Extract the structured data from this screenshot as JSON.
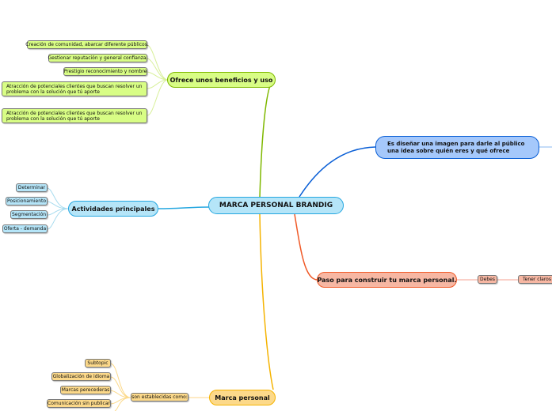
{
  "central": "MARCA PERSONAL BRANDIG",
  "benefits": {
    "title": "Ofrece unos beneficios y uso",
    "items": [
      "Creación de comunidad, abarcar diferente públicos.",
      "Gestionar reputación y general confianza.",
      "Prestigio reconocimiento y nombre",
      "Atracción de potenciales clientes que buscan  resolver un problema con la solución que tú aporte",
      "Atracción de potenciales clientes que buscan  resolver un problema con la solución que tú aporte"
    ]
  },
  "activities": {
    "title": "Actividades principales",
    "items": [
      "Determinar",
      "Posicionamiento",
      "Segmentación",
      "Oferta - demanda"
    ]
  },
  "definition": {
    "title": "Es diseñar una imagen para darle al público una idea sobre quién eres y qué ofrece"
  },
  "steps": {
    "title": "Paso para construir tu marca personal.",
    "child": "Debes",
    "grandchild": "Tener claros y"
  },
  "marca": {
    "title": "Marca personal",
    "child": "son establecidas como:",
    "items": [
      "Subtopic",
      "Globalización de idioma",
      "Marcas perecederas",
      "Comunicación sin publicar"
    ]
  },
  "colors": {
    "green": "#7fb800",
    "blue": "#0a5fd6",
    "orange": "#f5b300",
    "red": "#f05a28",
    "cyan": "#25a7e0"
  }
}
